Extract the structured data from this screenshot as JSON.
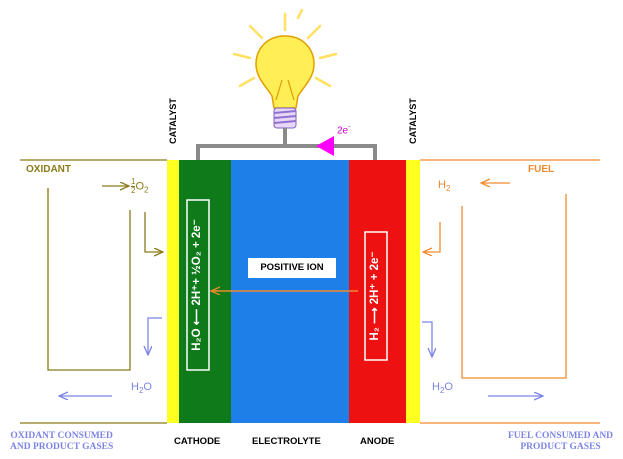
{
  "colors": {
    "olive": "#8a7a1a",
    "orange": "#f08a30",
    "lavender": "#7c84e6",
    "catalyst": "#ffff22",
    "cathode": "#0e7a1a",
    "electrolyte": "#1e7fe8",
    "anode": "#ee1111",
    "wire": "#8a8a8a",
    "electron_arrow": "#ff00ff",
    "bulb": "#ffee55"
  },
  "labels": {
    "catalyst_left": "CATALYST",
    "catalyst_right": "CATALYST",
    "electron": "2e",
    "electron_sup": "-",
    "oxidant": "OXIDANT",
    "half": "1",
    "half_den": "2",
    "o2": "O",
    "o2_sub": "2",
    "fuel": "FUEL",
    "h2": "H",
    "h2_sub": "2",
    "positive_ion": "POSITIVE ION",
    "h2o_left": "H",
    "h2o_left_sub": "2",
    "h2o_left_o": "O",
    "h2o_right": "H",
    "h2o_right_sub": "2",
    "h2o_right_o": "O",
    "cathode": "CATHODE",
    "electrolyte": "ELECTROLYTE",
    "anode": "ANODE",
    "oxidant_consumed_1": "OXIDANT CONSUMED",
    "oxidant_consumed_2": "AND PRODUCT GASES",
    "fuel_consumed_1": "FUEL CONSUMED AND",
    "fuel_consumed_2": "PRODUCT GASES",
    "cathode_eq": "H₂O ⟵ 2H⁺+ ½O₂ + 2e⁻",
    "anode_eq": "H₂ ⟶ 2H⁺ + 2e⁻"
  }
}
